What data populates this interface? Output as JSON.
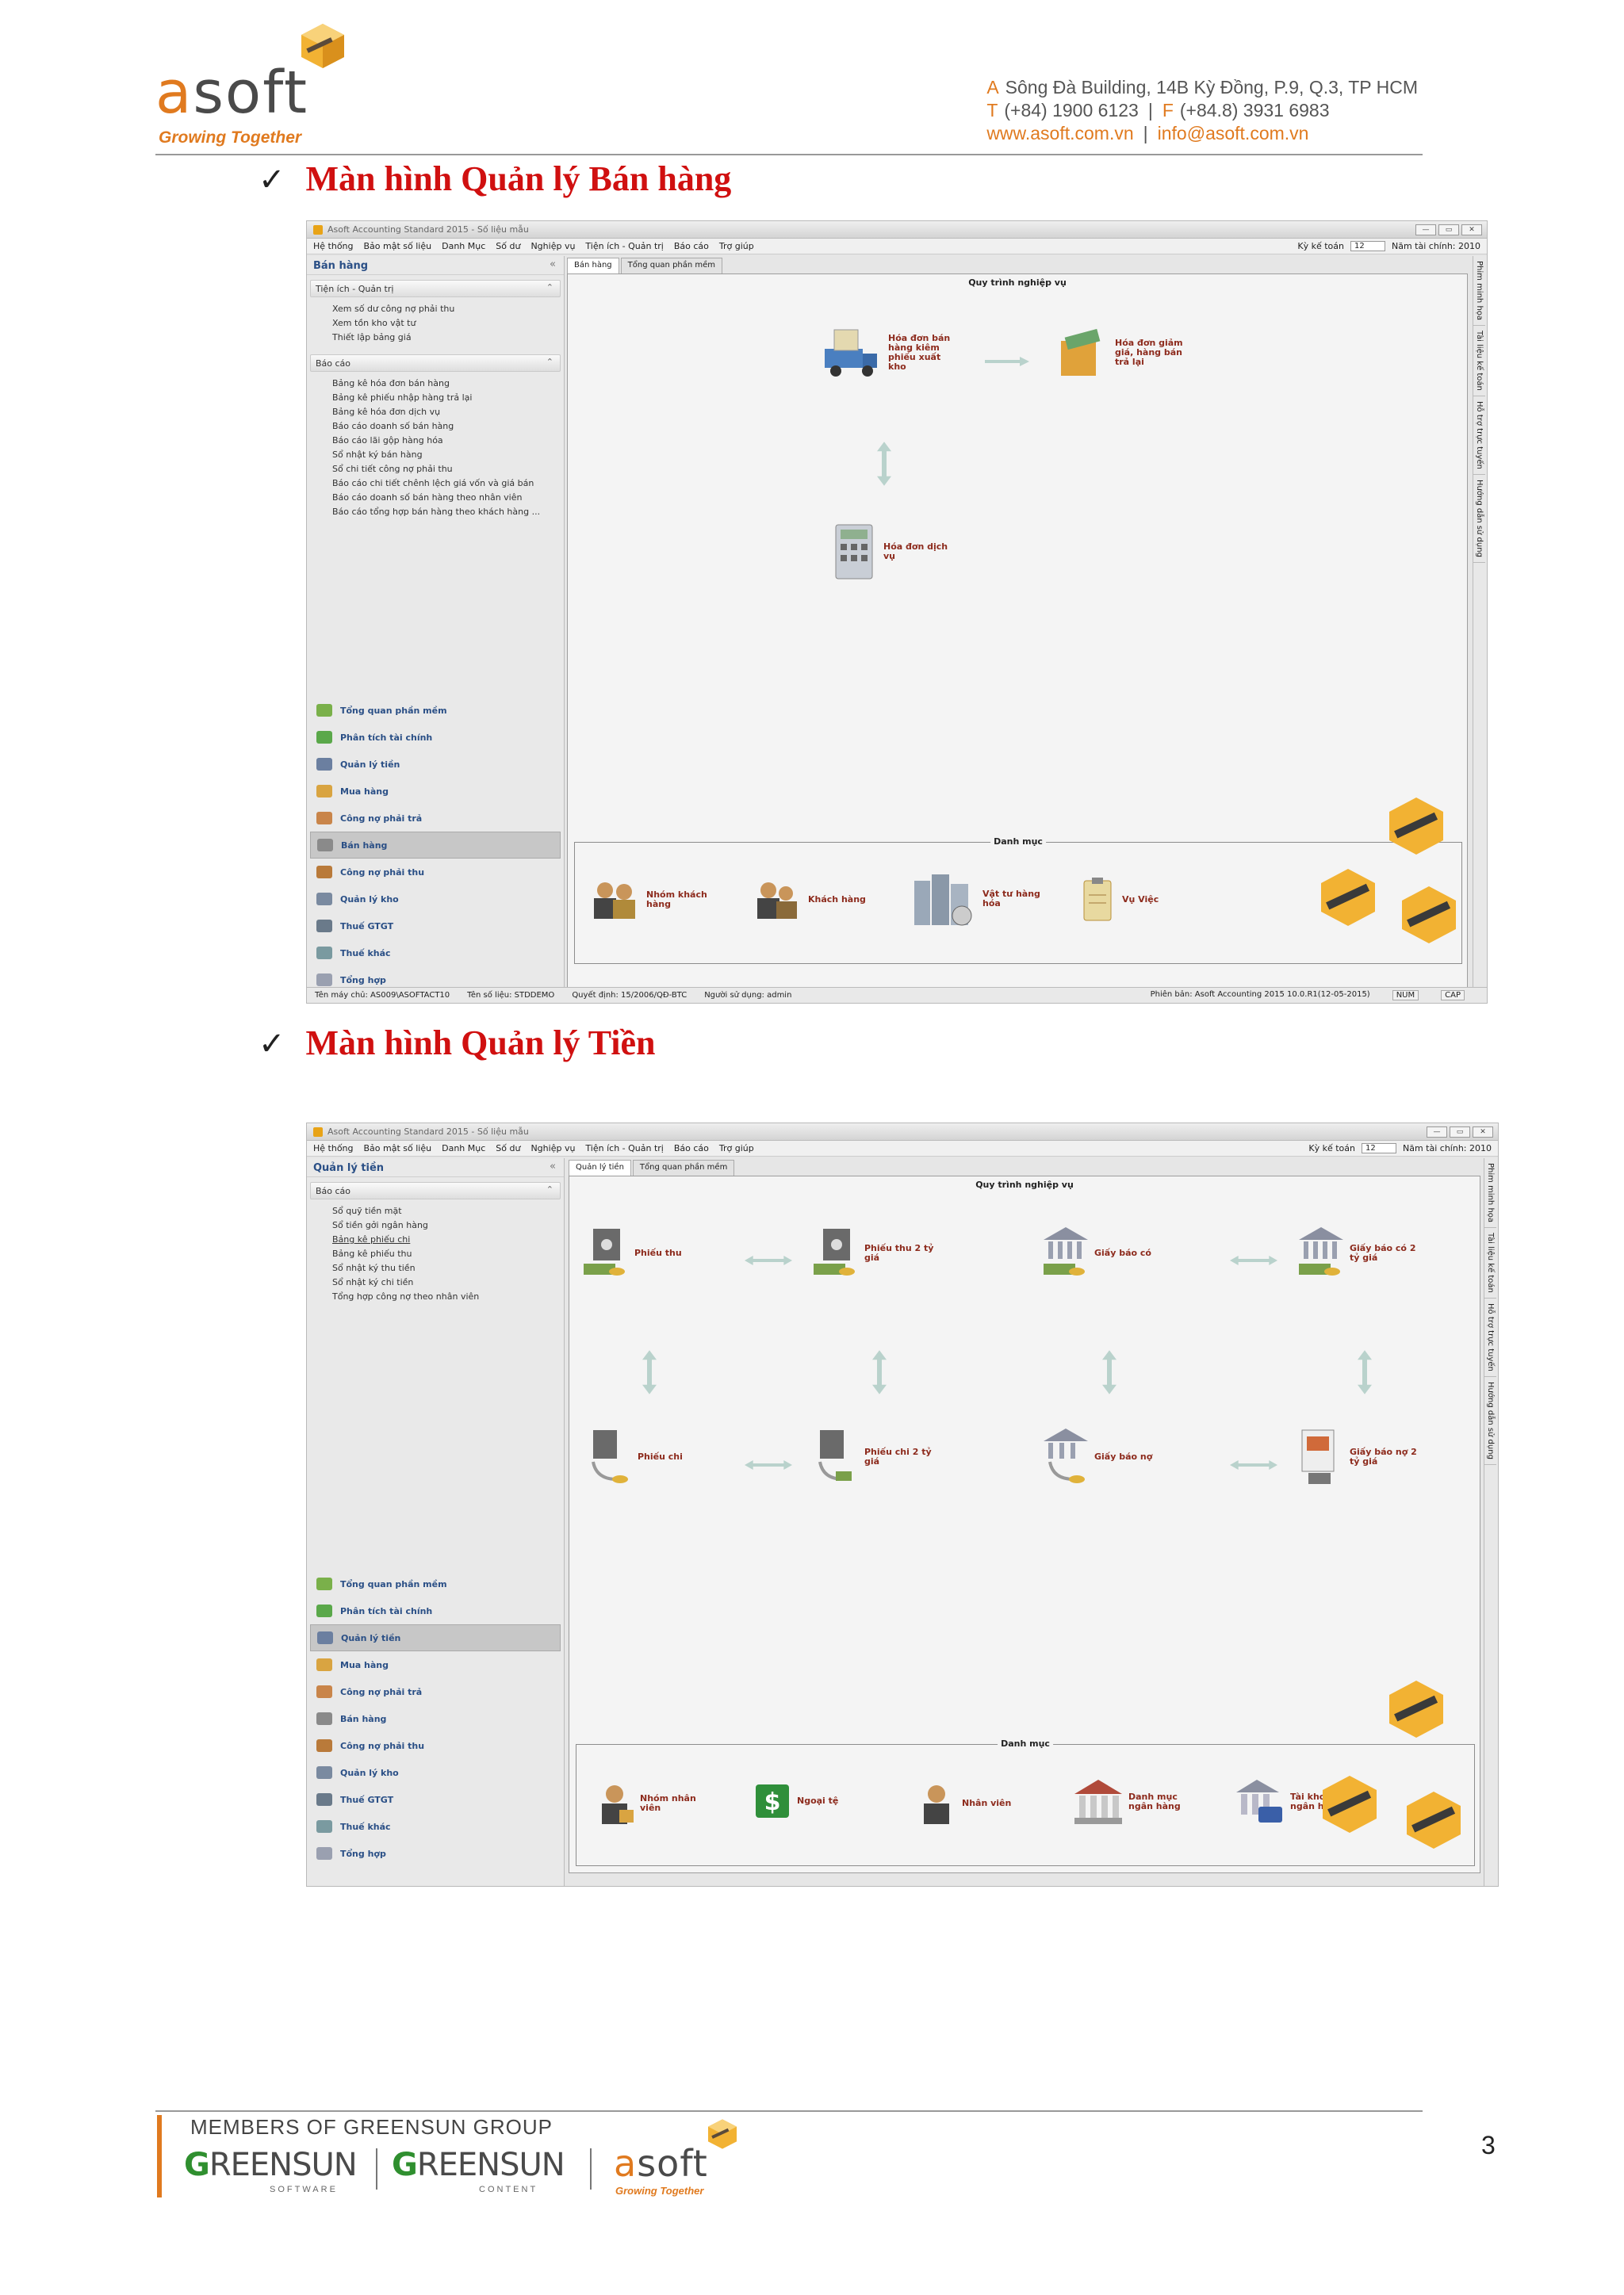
{
  "header": {
    "logo_text_a": "a",
    "logo_text_rest": "soft",
    "logo_tagline": "Growing Together",
    "address_label": "A",
    "address": "Sông Đà Building, 14B Kỳ Đồng, P.9, Q.3, TP HCM",
    "tel_label": "T",
    "tel": "(+84) 1900 6123",
    "fax_label": "F",
    "fax": "(+84.8) 3931 6983",
    "website": "www.asoft.com.vn",
    "email": "info@asoft.com.vn",
    "separator": "|"
  },
  "check_mark": "✓",
  "section1": {
    "heading": "Màn hình  Quản lý Bán hàng",
    "window": {
      "title": "Asoft Accounting Standard 2015 - Số liệu mẫu",
      "menu": [
        "Hệ thống",
        "Bảo mật số liệu",
        "Danh Mục",
        "Số dư",
        "Nghiệp vụ",
        "Tiện ích - Quản trị",
        "Báo cáo",
        "Trợ giúp"
      ],
      "period_label": "Kỳ kế toán",
      "period_value": "12",
      "year_label": "Năm tài chính: 2010",
      "sidebar_title": "Bán hàng",
      "group1_title": "Tiện ích - Quản trị",
      "group1_items": [
        "Xem số dư công nợ phải thu",
        "Xem tồn kho vật tư",
        "Thiết lập bảng giá"
      ],
      "group2_title": "Báo cáo",
      "group2_items": [
        "Bảng kê hóa đơn bán hàng",
        "Bảng kê phiếu nhập hàng trả lại",
        "Bảng kê hóa đơn dịch vụ",
        "Báo cáo doanh số bán hàng",
        "Báo cáo lãi gộp hàng hóa",
        "Sổ nhật ký bán hàng",
        "Sổ chi tiết công nợ phải thu",
        "Báo cáo chi tiết chênh lệch giá vốn và giá bán",
        "Báo cáo doanh số bán hàng theo nhân viên",
        "Báo cáo tổng hợp bán hàng theo khách hàng ..."
      ],
      "nav": [
        "Tổng quan phần mềm",
        "Phân tích tài chính",
        "Quản lý tiền",
        "Mua hàng",
        "Công nợ phải trả",
        "Bán hàng",
        "Công nợ phải thu",
        "Quản lý kho",
        "Thuế GTGT",
        "Thuế khác",
        "Tổng hợp"
      ],
      "tabs": [
        "Bán hàng",
        "Tổng quan phần mềm"
      ],
      "process_label": "Quy trình nghiệp vụ",
      "nodes": [
        "Hóa đơn bán hàng kiêm phiếu xuất kho",
        "Hóa đơn giảm giá, hàng bán trả lại",
        "Hóa đơn dịch vụ"
      ],
      "catalog_label": "Danh mục",
      "catalog": [
        "Nhóm khách hàng",
        "Khách hàng",
        "Vật tư hàng hóa",
        "Vụ Việc"
      ],
      "right_tabs": [
        "Phim minh họa",
        "Tài liệu kế toán",
        "Hỗ trợ trực tuyến",
        "Hướng dẫn sử dụng"
      ],
      "status": [
        "Tên máy chủ: AS009\\ASOFTACT10",
        "Tên số liệu: STDDEMO",
        "Quyết định: 15/2006/QĐ-BTC",
        "Người sử dụng: admin",
        "Phiên bản: Asoft Accounting 2015 10.0.R1(12-05-2015)"
      ],
      "status_keys": [
        "NUM",
        "CAP"
      ]
    }
  },
  "section2": {
    "heading": "Màn hình  Quản lý Tiền",
    "window": {
      "title": "Asoft Accounting Standard 2015 - Số liệu mẫu",
      "menu": [
        "Hệ thống",
        "Bảo mật số liệu",
        "Danh Mục",
        "Số dư",
        "Nghiệp vụ",
        "Tiện ích - Quản trị",
        "Báo cáo",
        "Trợ giúp"
      ],
      "period_label": "Kỳ kế toán",
      "period_value": "12",
      "year_label": "Năm tài chính: 2010",
      "sidebar_title": "Quản lý tiền",
      "group1_title": "Báo cáo",
      "group1_items": [
        "Sổ quỹ tiền mặt",
        "Sổ tiền gởi ngân hàng",
        "Bảng kê phiếu chi",
        "Bảng kê phiếu thu",
        "Sổ nhật ký thu tiền",
        "Sổ nhật ký chi tiền",
        "Tổng hợp công nợ theo nhân viên"
      ],
      "nav": [
        "Tổng quan phần mềm",
        "Phân tích tài chính",
        "Quản lý tiền",
        "Mua hàng",
        "Công nợ phải trả",
        "Bán hàng",
        "Công nợ phải thu",
        "Quản lý kho",
        "Thuế GTGT",
        "Thuế khác",
        "Tổng hợp"
      ],
      "tabs": [
        "Quản lý tiền",
        "Tổng quan phần mềm"
      ],
      "process_label": "Quy trình nghiệp vụ",
      "nodes_top": [
        "Phiếu thu",
        "Phiếu thu 2 tỷ giá",
        "Giấy báo có",
        "Giấy báo có 2 tỷ giá"
      ],
      "nodes_bottom": [
        "Phiếu chi",
        "Phiếu chi 2 tỷ giá",
        "Giấy báo nợ",
        "Giấy báo nợ 2 tỷ giá"
      ],
      "catalog_label": "Danh mục",
      "catalog": [
        "Nhóm nhân viên",
        "Ngoại tệ",
        "Nhân viên",
        "Danh mục ngân hàng",
        "Tài khoản ngân hàng"
      ],
      "right_tabs": [
        "Phim minh họa",
        "Tài liệu kế toán",
        "Hỗ trợ trực tuyến",
        "Hướng dẫn sử dụng"
      ]
    }
  },
  "footer": {
    "members": "MEMBERS OF GREENSUN GROUP",
    "gs1_g": "G",
    "gs1_rest": "REENSUN",
    "gs1_sub": "SOFTWARE",
    "gs2_g": "G",
    "gs2_rest": "REENSUN",
    "gs2_sub": "CONTENT",
    "asoft_a": "a",
    "asoft_rest": "soft",
    "asoft_tag": "Growing Together",
    "page_number": "3"
  },
  "colors": {
    "brand_orange": "#e07a1f",
    "heading_red": "#d01010",
    "nav_blue": "#2a4f86",
    "node_label": "#8d2b1d"
  }
}
